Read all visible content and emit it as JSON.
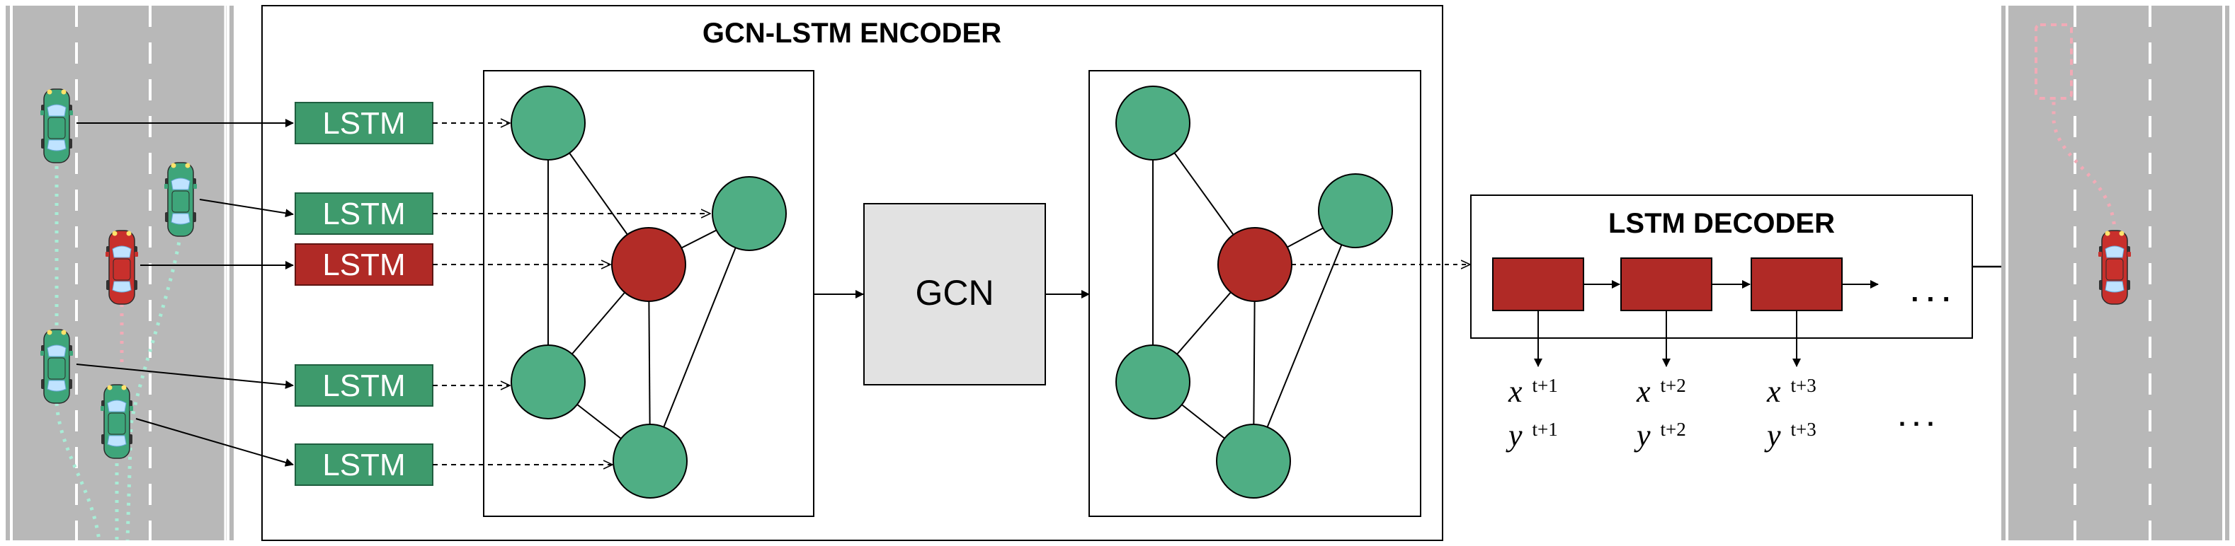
{
  "encoder": {
    "title": "GCN-LSTM ENCODER"
  },
  "decoder": {
    "title": "LSTM DECODER"
  },
  "lstm_labels": [
    "LSTM",
    "LSTM",
    "LSTM",
    "LSTM",
    "LSTM"
  ],
  "gcn_label": "GCN",
  "decoder_outputs": [
    {
      "x_var": "x",
      "x_sup": "t+1",
      "y_var": "y",
      "y_sup": "t+1"
    },
    {
      "x_var": "x",
      "x_sup": "t+2",
      "y_var": "y",
      "y_sup": "t+2"
    },
    {
      "x_var": "x",
      "x_sup": "t+3",
      "y_var": "y",
      "y_sup": "t+3"
    }
  ],
  "ellipsis": ". . .",
  "colors": {
    "node_green": "#4fae84",
    "node_red": "#b22c27",
    "lstm_green": "#3e9a6c",
    "lstm_red": "#b02a26",
    "road": "#b8b8b8",
    "car_green": "#3ea57a",
    "car_red": "#c8302c",
    "trail_green": "#a8ecd6",
    "trail_red": "#f1aab6",
    "gcn_fill": "#e2e2e2"
  }
}
